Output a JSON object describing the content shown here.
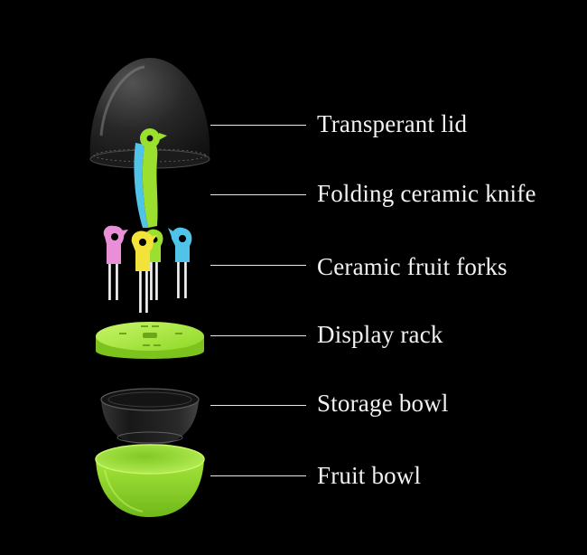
{
  "labels": [
    "Transperant lid",
    "Folding ceramic knife",
    "Ceramic fruit forks",
    "Display rack",
    "Storage bowl",
    "Fruit bowl"
  ],
  "colors": {
    "background": "#000000",
    "text": "#f2f2f2",
    "lime_green": "#9be02e",
    "sky_blue": "#4fc3e8",
    "pink": "#e88fd8",
    "yellow": "#f2e23a"
  }
}
